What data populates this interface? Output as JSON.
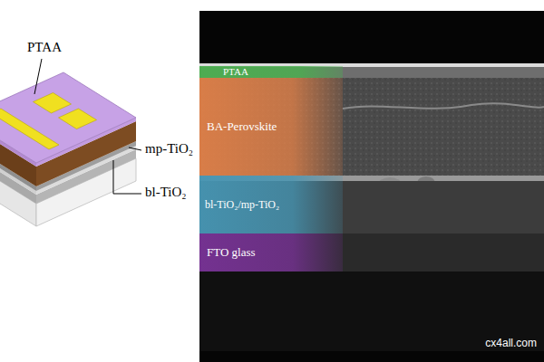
{
  "diagram": {
    "nodes": [
      {
        "text": [
          "PTAA"
        ]
      },
      {
        "text": [
          "BA-Perovskite"
        ]
      },
      {
        "text": [
          "bl-TiO₂/mp-TiO₂"
        ]
      },
      {
        "text": [
          "FTO glass"
        ]
      }
    ],
    "labels": [
      "PTAA",
      "mp-TiO₂",
      "bl-TiO₂",
      "cx4all.com"
    ]
  }
}
